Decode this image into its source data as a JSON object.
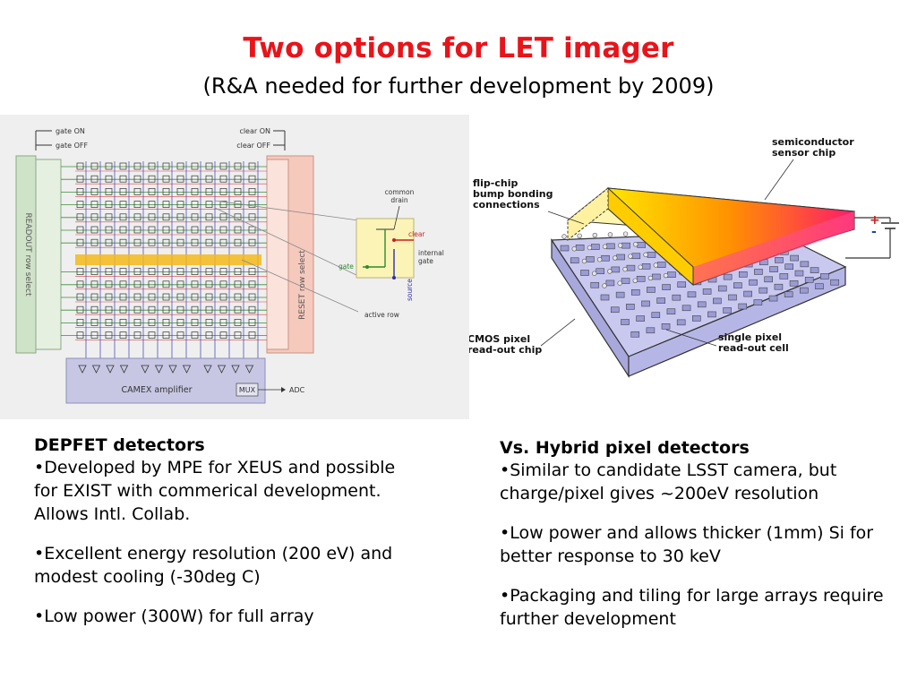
{
  "header": {
    "title": "Two options for LET imager",
    "subtitle": "(R&A needed for further development by 2009)"
  },
  "depfet_diagram": {
    "gate_on": "gate ON",
    "gate_off": "gate OFF",
    "clear_on": "clear ON",
    "clear_off": "clear OFF",
    "readout_label": "READOUT row select",
    "reset_label": "RESET row select",
    "amplifier_label": "CAMEX amplifier",
    "mux_label": "MUX",
    "adc_label": "ADC",
    "common_drain": "common drain",
    "clear": "clear",
    "internal_gate": "internal gate",
    "gate": "gate",
    "source": "source",
    "active_row": "active row"
  },
  "hybrid_diagram": {
    "sensor_chip": "semiconductor sensor chip",
    "bump_bonding": "flip-chip bump bonding connections",
    "readout_chip": "CMOS pixel read-out chip",
    "pixel_cell": "single pixel read-out cell",
    "plus": "+",
    "minus": "-"
  },
  "left_column": {
    "heading": "DEPFET detectors",
    "bullets": [
      "•Developed by MPE for XEUS  and possible for EXIST with commerical development. Allows Intl. Collab.",
      "•Excellent energy resolution (200 eV) and modest cooling (-30deg C)",
      "•Low power (300W) for full array"
    ]
  },
  "right_column": {
    "heading": "Vs. Hybrid pixel detectors",
    "bullets": [
      "•Similar to candidate LSST camera, but charge/pixel gives ~200eV resolution",
      "•Low power and allows thicker (1mm) Si for better response to 30 keV",
      "•Packaging and tiling for large arrays require further development"
    ]
  }
}
